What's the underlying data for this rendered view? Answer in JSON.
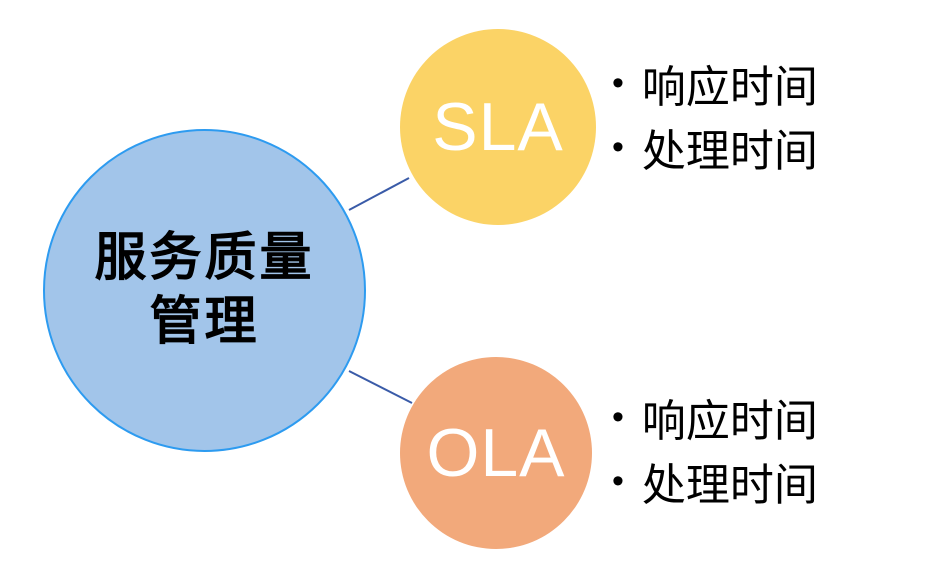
{
  "diagram": {
    "main_topic": {
      "label_lines": [
        "服务质量",
        "管理"
      ]
    },
    "branches": [
      {
        "label": "SLA",
        "items": [
          "响应时间",
          "处理时间"
        ]
      },
      {
        "label": "OLA",
        "items": [
          "响应时间",
          "处理时间"
        ]
      }
    ],
    "bullet_glyph": "•"
  },
  "colors": {
    "background": "#ffffff",
    "main_fill": "#A2C5EA",
    "main_border": "#2D9BF0",
    "sla_fill": "#FBD366",
    "ola_fill": "#F2A97B",
    "connector": "#3A5BA8",
    "branch_text": "#ffffff",
    "body_text": "#000000"
  }
}
